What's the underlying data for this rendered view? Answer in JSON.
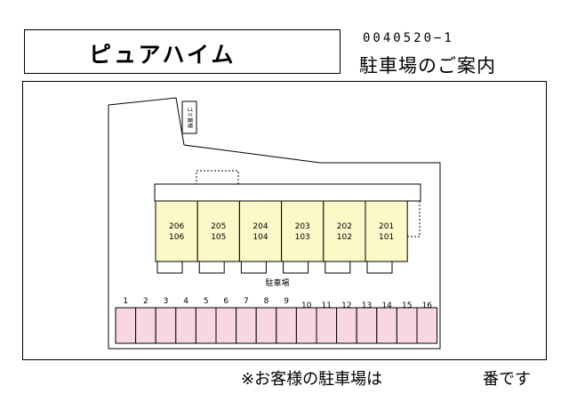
{
  "header": {
    "property_name": "ピュアハイム",
    "code": "0040520−1",
    "subtitle": "駐車場のご案内"
  },
  "map": {
    "trash_label": "ゴミ置場",
    "parking_label": "駐車場",
    "units": [
      {
        "upper": "206",
        "lower": "106"
      },
      {
        "upper": "205",
        "lower": "105"
      },
      {
        "upper": "204",
        "lower": "104"
      },
      {
        "upper": "203",
        "lower": "103"
      },
      {
        "upper": "202",
        "lower": "102"
      },
      {
        "upper": "201",
        "lower": "101"
      }
    ],
    "spaces": [
      "1",
      "2",
      "3",
      "4",
      "5",
      "6",
      "7",
      "8",
      "9",
      "10",
      "11",
      "12",
      "13",
      "14",
      "15",
      "16"
    ],
    "colors": {
      "space_fill": "#f8d7e2",
      "unit_fill": "#fdf8c8"
    }
  },
  "footer": {
    "note": "※お客様の駐車場は",
    "suffix": "番です"
  }
}
